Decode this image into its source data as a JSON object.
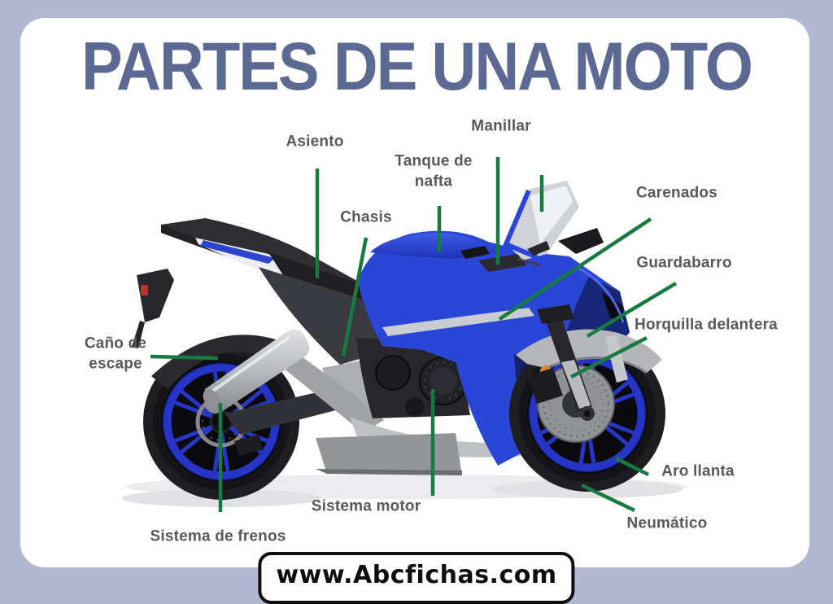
{
  "page": {
    "title": "PARTES DE UNA MOTO",
    "website": "www.Abcfichas.com"
  },
  "labels": {
    "asiento": "Asiento",
    "manillar": "Manillar",
    "tanque": "Tanque de nafta",
    "chasis": "Chasis",
    "carenados": "Carenados",
    "guardabarro": "Guardabarro",
    "horquilla": "Horquilla delantera",
    "cano_escape": "Caño de escape",
    "aro_llanta": "Aro llanta",
    "neumatico": "Neumático",
    "sistema_motor": "Sistema motor",
    "sistema_frenos": "Sistema de frenos"
  },
  "colors": {
    "frame": "#b2b8d2",
    "title": "#5c6a93",
    "label_gray": "#58595b",
    "line_green": "#177a40",
    "bike_blue": "#2946d6",
    "bike_blue_dark": "#16226e",
    "rim_blue": "#2635c5",
    "tire": "#1e1e22",
    "silver": "#c0c2c6"
  }
}
